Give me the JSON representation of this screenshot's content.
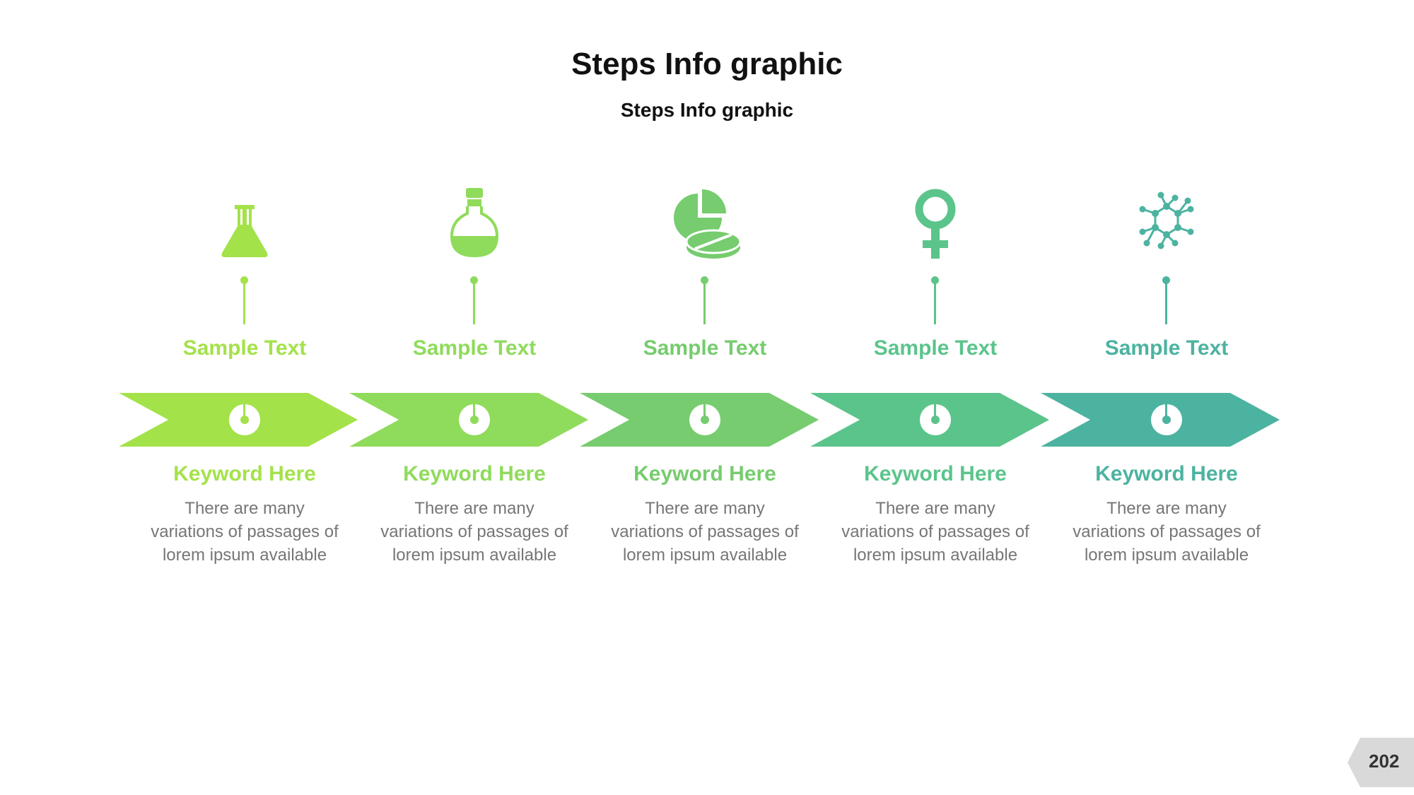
{
  "title": "Steps Info graphic",
  "subtitle": "Steps Info graphic",
  "page_number": "202",
  "steps": [
    {
      "heading": "Sample Text",
      "keyword": "Keyword Here",
      "desc": "There are many\nvariations of passages of\nlorem ipsum available",
      "color": "#A4E24A",
      "icon": "flask-icon"
    },
    {
      "heading": "Sample Text",
      "keyword": "Keyword Here",
      "desc": "There are many\nvariations of passages of\nlorem ipsum available",
      "color": "#8FDB5B",
      "icon": "potion-bottle-icon"
    },
    {
      "heading": "Sample Text",
      "keyword": "Keyword Here",
      "desc": "There are many\nvariations of passages of\nlorem ipsum available",
      "color": "#76CC6E",
      "icon": "pill-chart-icon"
    },
    {
      "heading": "Sample Text",
      "keyword": "Keyword Here",
      "desc": "There are many\nvariations of passages of\nlorem ipsum available",
      "color": "#5BC48B",
      "icon": "female-symbol-icon"
    },
    {
      "heading": "Sample Text",
      "keyword": "Keyword Here",
      "desc": "There are many\nvariations of passages of\nlorem ipsum available",
      "color": "#4CB3A0",
      "icon": "molecule-icon"
    }
  ]
}
